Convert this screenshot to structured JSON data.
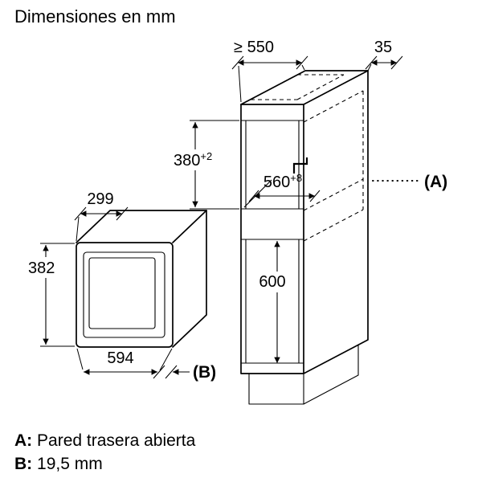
{
  "title": "Dimensiones en mm",
  "legend": {
    "a_key": "A:",
    "a_value": "Pared trasera abierta",
    "b_key": "B:",
    "b_value": "19,5 mm"
  },
  "dims": {
    "cabinet_depth_min": "≥ 550",
    "rear_gap": "35",
    "niche_height": "380",
    "niche_height_tol": "+2",
    "niche_width": "560",
    "niche_width_tol": "+8",
    "lower_niche_height": "600",
    "appliance_depth": "299",
    "appliance_height": "382",
    "appliance_width": "594",
    "callout_a": "(A)",
    "callout_b": "(B)"
  }
}
